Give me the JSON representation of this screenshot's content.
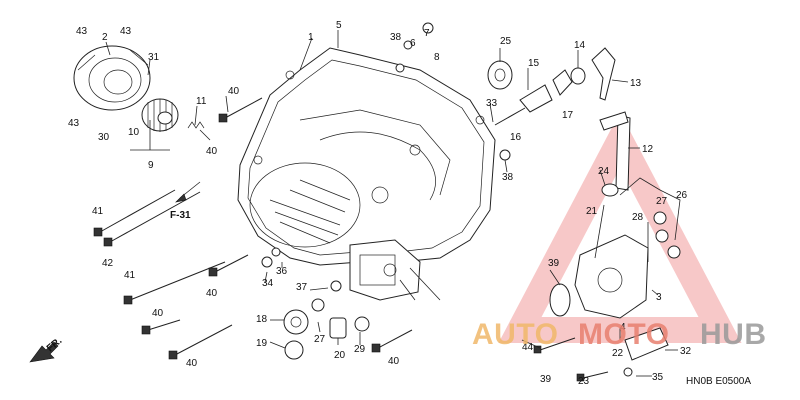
{
  "diagram": {
    "footer_code": "HN0B  E0500A",
    "section_ref": "F-31",
    "front_label": "FR.",
    "callouts": [
      "1",
      "2",
      "3",
      "4",
      "5",
      "6",
      "7",
      "8",
      "9",
      "10",
      "11",
      "12",
      "13",
      "14",
      "15",
      "16",
      "17",
      "18",
      "19",
      "20",
      "21",
      "22",
      "23",
      "24",
      "25",
      "26",
      "27",
      "27",
      "28",
      "29",
      "30",
      "31",
      "32",
      "33",
      "34",
      "35",
      "36",
      "37",
      "38",
      "38",
      "39",
      "39",
      "40",
      "40",
      "40",
      "40",
      "40",
      "40",
      "41",
      "41",
      "42",
      "43",
      "43",
      "43",
      "44"
    ]
  },
  "watermark": {
    "text_auto": "AUTO",
    "text_moto": "MOTO",
    "text_hub": "HUB",
    "colors": {
      "auto": "#f0b86a",
      "moto": "#e8806f",
      "hub": "#9a9a9a",
      "triangle": "#e23a3a"
    }
  }
}
